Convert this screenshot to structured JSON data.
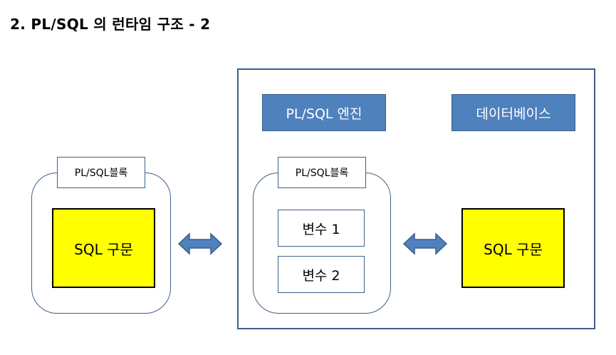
{
  "title": "2. PL/SQL 의 런타임 구조 - 2",
  "engine_label": "PL/SQL 엔진",
  "database_label": "데이터베이스",
  "left_block": {
    "label": "PL/SQL블록",
    "statement": "SQL 구문"
  },
  "engine_block": {
    "label": "PL/SQL블록",
    "variables": [
      "변수 1",
      "변수 2"
    ]
  },
  "database_statement": "SQL 구문",
  "colors": {
    "label_fill": "#4f81bd",
    "label_border": "#385d8a",
    "border": "#3f5f8a",
    "sql_fill": "#ffff00",
    "arrow_fill": "#4f81bd"
  }
}
